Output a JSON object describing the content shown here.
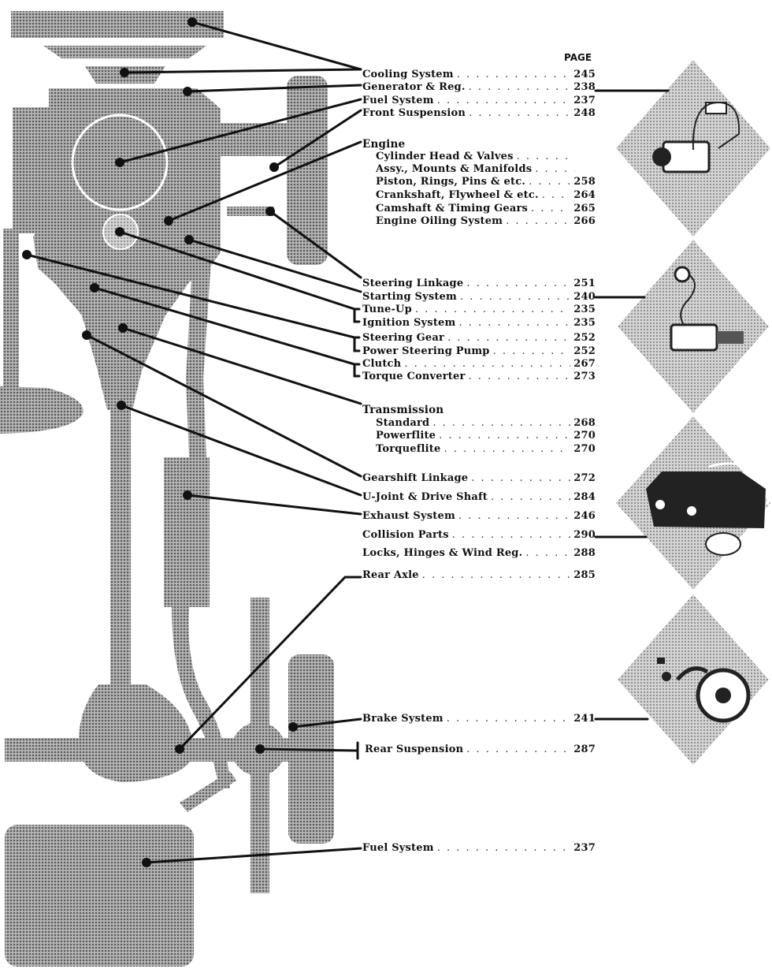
{
  "header": {
    "page_label": "PAGE"
  },
  "toc": {
    "cooling": {
      "label": "Cooling System",
      "page": "245"
    },
    "generator": {
      "label": "Generator & Reg.",
      "page": "238"
    },
    "fuel_front": {
      "label": "Fuel System",
      "page": "237"
    },
    "front_susp": {
      "label": "Front Suspension",
      "page": "248"
    },
    "engine": {
      "label": "Engine"
    },
    "engine_head": {
      "label": "Cylinder Head & Valves",
      "page": ""
    },
    "engine_assy": {
      "label": "Assy., Mounts & Manifolds",
      "page": ""
    },
    "engine_piston": {
      "label": "Piston, Rings, Pins & etc.",
      "page": "258"
    },
    "engine_crank": {
      "label": "Crankshaft, Flywheel & etc.",
      "page": "264"
    },
    "engine_cam": {
      "label": "Camshaft & Timing Gears",
      "page": "265"
    },
    "engine_oil": {
      "label": "Engine Oiling System",
      "page": "266"
    },
    "steering_linkage": {
      "label": "Steering Linkage",
      "page": "251"
    },
    "starting": {
      "label": "Starting System",
      "page": "240"
    },
    "tuneup": {
      "label": "Tune-Up",
      "page": "235"
    },
    "ignition": {
      "label": "Ignition System",
      "page": "235"
    },
    "steering_gear": {
      "label": "Steering Gear",
      "page": "252"
    },
    "power_steering": {
      "label": "Power Steering Pump",
      "page": "252"
    },
    "clutch": {
      "label": "Clutch",
      "page": "267"
    },
    "torque_conv": {
      "label": "Torque Converter",
      "page": "273"
    },
    "transmission": {
      "label": "Transmission"
    },
    "trans_standard": {
      "label": "Standard",
      "page": "268"
    },
    "trans_powerflite": {
      "label": "Powerflite",
      "page": "270"
    },
    "trans_torqueflite": {
      "label": "Torqueflite",
      "page": "270"
    },
    "gearshift": {
      "label": "Gearshift Linkage",
      "page": "272"
    },
    "ujoint": {
      "label": "U-Joint & Drive Shaft",
      "page": "284"
    },
    "exhaust": {
      "label": "Exhaust System",
      "page": "246"
    },
    "collision": {
      "label": "Collision Parts",
      "page": "290"
    },
    "locks": {
      "label": "Locks, Hinges & Wind Reg.",
      "page": "288"
    },
    "rear_axle": {
      "label": "Rear Axle",
      "page": "285"
    },
    "brake": {
      "label": "Brake System",
      "page": "241"
    },
    "rear_susp": {
      "label": "Rear Suspension",
      "page": "287"
    },
    "fuel_rear": {
      "label": "Fuel System",
      "page": "237"
    }
  },
  "colors": {
    "chassis_fill": "#8c8c8c",
    "line": "#111111",
    "background": "#ffffff"
  },
  "illustrations": [
    "generator-icon",
    "starter-motor-icon",
    "car-front-icon",
    "brake-drum-icon"
  ]
}
